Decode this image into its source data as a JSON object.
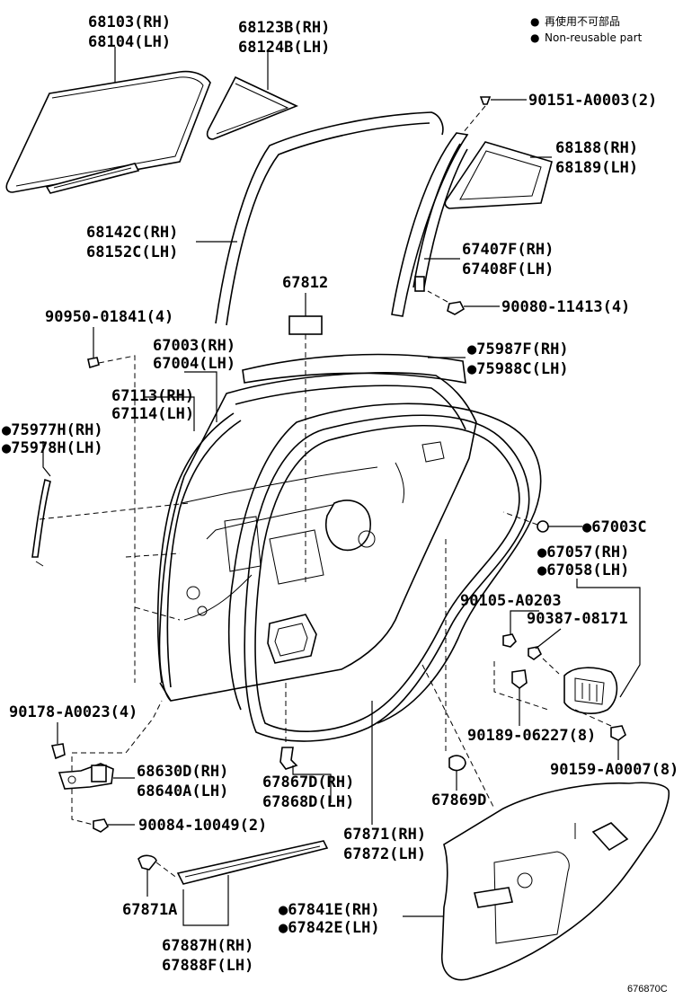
{
  "legend": {
    "bullet": "●",
    "line_jp": "再使用不可部品",
    "line_en": "Non-reusable part"
  },
  "labels": {
    "glass_door": [
      "68103(RH)",
      "68104(LH)"
    ],
    "glass_quarter": [
      "68123B(RH)",
      "68124B(LH)"
    ],
    "screw_top": "90151-A0003(2)",
    "quarter_window_assy": [
      "68188(RH)",
      "68189(LH)"
    ],
    "run_channel": [
      "68142C(RH)",
      "68152C(LH)"
    ],
    "division_bar": [
      "67407F(RH)",
      "67408F(LH)"
    ],
    "seal_pad": "67812",
    "bolt_division": "90080-11413(4)",
    "clip_top": "90950-01841(4)",
    "door_panel": [
      "67003(RH)",
      "67004(LH)"
    ],
    "belt_moulding": [
      "●75987F(RH)",
      "●75988C(LH)"
    ],
    "weatherstrip_inner": [
      "67113(RH)",
      "67114(LH)"
    ],
    "moulding_front": [
      "●75977H(RH)",
      "●75978H(LH)"
    ],
    "plug": "●67003C",
    "service_hole_cover": [
      "●67057(RH)",
      "●67058(LH)"
    ],
    "screw_a0203": "90105-A0203",
    "nut_08171": "90387-08171",
    "screw_06227": "90189-06227(8)",
    "screw_a0007": "90159-A0007(8)",
    "bolt_a0023": "90178-A0023(4)",
    "hinge": [
      "68630D(RH)",
      "68640A(LH)"
    ],
    "bolt_10049": "90084-10049(2)",
    "weatherstrip_door": [
      "67867D(RH)",
      "67868D(LH)"
    ],
    "clip_67869": "67869D",
    "weatherstrip_body": [
      "67871(RH)",
      "67872(LH)"
    ],
    "clip_67871": "67871A",
    "film": [
      "●67841E(RH)",
      "●67842E(LH)"
    ],
    "scuff": [
      "67887H(RH)",
      "67888F(LH)"
    ],
    "illustration_code": "676870C"
  }
}
